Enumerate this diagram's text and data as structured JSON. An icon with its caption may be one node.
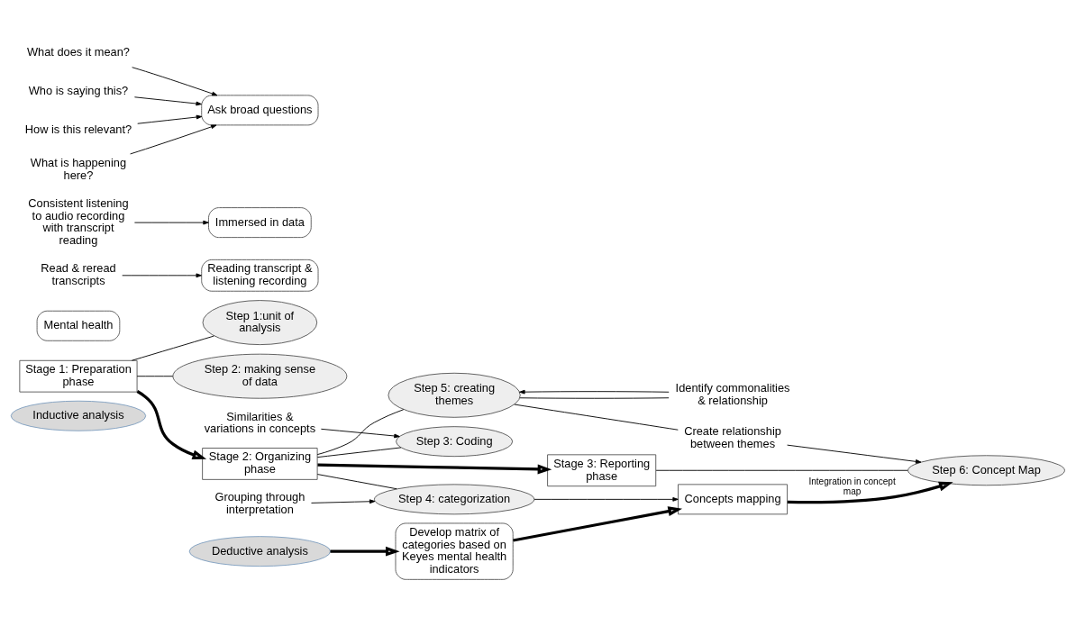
{
  "diagram": {
    "nodes": [
      {
        "text": [
          "Inductive analysis"
        ]
      },
      {
        "text": [
          "Stage 1: Preparation phase"
        ]
      },
      {
        "text": [
          "Step 1:unit of analysis"
        ]
      },
      {
        "text": [
          "Mental health"
        ]
      },
      {
        "text": [
          "Step 2: making sense of data"
        ]
      },
      {
        "text": [
          "Reading transcript & listening recording"
        ]
      },
      {
        "text": [
          "Read & reread transcripts"
        ]
      },
      {
        "text": [
          "Immersed in data"
        ]
      },
      {
        "text": [
          "Consistent listening to audio recording with transcript reading"
        ]
      },
      {
        "text": [
          "Ask broad questions"
        ]
      },
      {
        "text": [
          "What does it mean?"
        ]
      },
      {
        "text": [
          "Who is saying this?"
        ]
      },
      {
        "text": [
          "How is this relevant?"
        ]
      },
      {
        "text": [
          "What is happening here?"
        ]
      },
      {
        "text": [
          "Stage 2: Organizing phase"
        ]
      },
      {
        "text": [
          "Step 3: Coding"
        ]
      },
      {
        "text": [
          "Similarities & variations in concepts"
        ]
      },
      {
        "text": [
          "Step 4: categorization"
        ]
      },
      {
        "text": [
          "Grouping through interpretation"
        ]
      },
      {
        "text": [
          "Step 5: creating themes"
        ]
      },
      {
        "text": [
          "Identify commonalities & relationship"
        ]
      },
      {
        "text": [
          "Create relationship between themes"
        ]
      },
      {
        "text": [
          "Stage 3: Reporting phase"
        ]
      },
      {
        "text": [
          "Step 6: Concept Map"
        ]
      },
      {
        "text": [
          "Concepts mapping"
        ]
      },
      {
        "text": [
          "Develop matrix of categories based on Keyes mental health indicators"
        ]
      },
      {
        "text": [
          "Deductive analysis"
        ]
      }
    ],
    "edges": [
      {
        "from": 1,
        "to": 14,
        "arrow": "to",
        "style": "thick"
      },
      {
        "from": 14,
        "to": 22,
        "arrow": "to",
        "style": "thick"
      },
      {
        "from": 1,
        "to": 2,
        "arrow": "none"
      },
      {
        "from": 1,
        "to": 4,
        "arrow": "none"
      },
      {
        "from": 6,
        "to": 5,
        "arrow": "to"
      },
      {
        "from": 8,
        "to": 7,
        "arrow": "to"
      },
      {
        "from": 10,
        "to": 9,
        "arrow": "to"
      },
      {
        "from": 11,
        "to": 9,
        "arrow": "to"
      },
      {
        "from": 12,
        "to": 9,
        "arrow": "to"
      },
      {
        "from": 13,
        "to": 9,
        "arrow": "to"
      },
      {
        "from": 14,
        "to": 15,
        "arrow": "none"
      },
      {
        "from": 14,
        "to": 17,
        "arrow": "none"
      },
      {
        "from": 14,
        "to": 19,
        "arrow": "none"
      },
      {
        "from": 16,
        "to": 15,
        "arrow": "to"
      },
      {
        "from": 18,
        "to": 17,
        "arrow": "to"
      },
      {
        "from": 20,
        "to": 19,
        "arrow": "to"
      },
      {
        "from": 19,
        "to": 20,
        "arrow": "none"
      },
      {
        "from": 19,
        "to": 21,
        "arrow": "none"
      },
      {
        "from": 21,
        "to": 23,
        "arrow": "to"
      },
      {
        "from": 17,
        "to": 24,
        "arrow": "to"
      },
      {
        "from": 22,
        "to": 23,
        "arrow": "none"
      },
      {
        "from": 24,
        "to": 23,
        "arrow": "to",
        "style": "thick",
        "label": "Integration in concept map"
      },
      {
        "from": 25,
        "to": 24,
        "arrow": "to",
        "style": "thick"
      },
      {
        "from": 26,
        "to": 25,
        "arrow": "to",
        "style": "thick"
      }
    ]
  }
}
